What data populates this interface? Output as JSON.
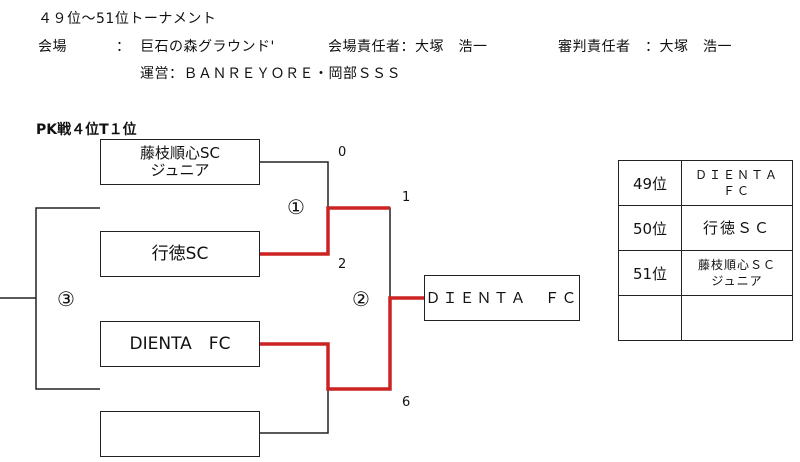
{
  "title": "４９位～51位トーナメント",
  "info": {
    "venue_label": "会場",
    "venue_sep": "：",
    "venue": "巨石の森グラウンド'",
    "venue_manager": "会場責任者：大塚　浩一",
    "referee_manager": "審判責任者　：大塚　浩一",
    "operation": "運営：ＢＡＮＲＥＹＯＲＥ・岡部ＳＳＳ"
  },
  "section_label": "PK戦４位T１位",
  "teams": {
    "t1_line1": "藤枝順心SC",
    "t1_line2": "ジュニア",
    "t2": "行徳SC",
    "t3": "DIENTA　FC",
    "t4": "",
    "winner": "ＤＩＥＮＴＡ　ＦＣ"
  },
  "scores": {
    "s1": "0",
    "s2": "2",
    "s3": "1",
    "s4": "6"
  },
  "markers": {
    "m1": "①",
    "m2": "②",
    "m3": "③"
  },
  "ranking": [
    {
      "pos": "49位",
      "line1": "ＤＩＥＮＴＡ",
      "line2": "ＦＣ"
    },
    {
      "pos": "50位",
      "line1": "行徳ＳＣ",
      "line2": ""
    },
    {
      "pos": "51位",
      "line1": "藤枝順心ＳＣ",
      "line2": "ジュニア"
    },
    {
      "pos": "",
      "line1": "",
      "line2": ""
    }
  ],
  "colors": {
    "line": "#222222",
    "winner_line": "#cc2222"
  }
}
